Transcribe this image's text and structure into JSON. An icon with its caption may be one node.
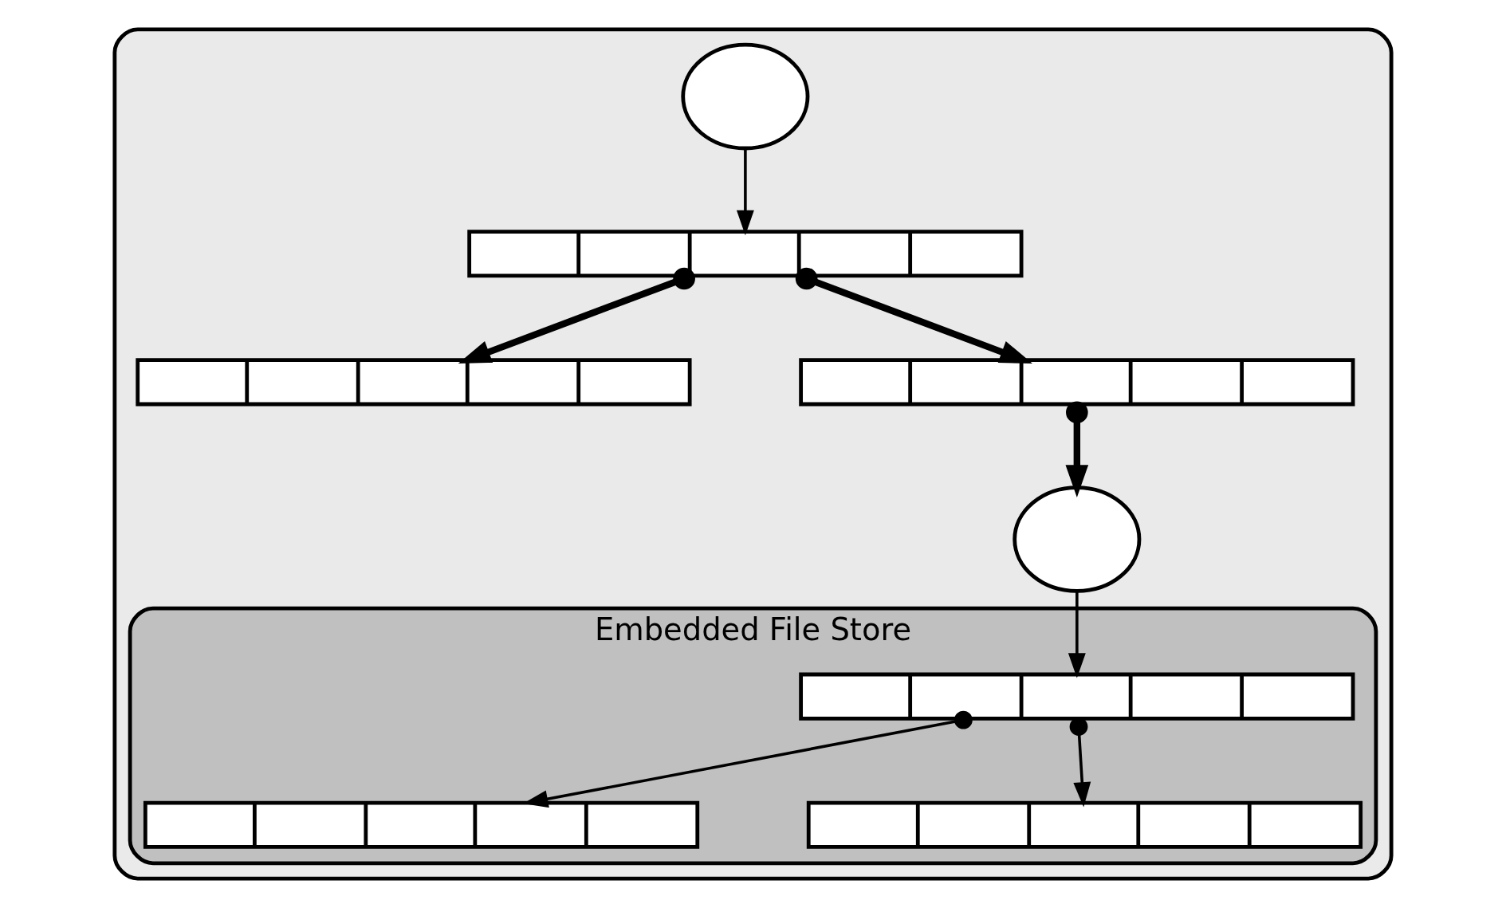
{
  "diagram": {
    "nodes": [
      {
        "text": [],
        "shape": "ellipse"
      },
      {
        "text": [],
        "shape": "circle",
        "in": 0
      },
      {
        "text": [],
        "shape": "bar",
        "in": 0
      },
      {
        "text": [],
        "shape": "bar",
        "in": 0
      },
      {
        "text": [],
        "shape": "bar",
        "in": 0
      },
      {
        "text": [
          "Embedded File Store"
        ],
        "in": 0
      },
      {
        "text": [],
        "shape": "circle",
        "in": 0
      },
      {
        "text": [],
        "shape": "bar",
        "in": 5
      },
      {
        "text": [],
        "shape": "bar",
        "in": 5
      },
      {
        "text": [],
        "shape": "bar",
        "in": 5
      }
    ],
    "edges": [
      {
        "from": 1,
        "to": 2,
        "arrow": "to"
      },
      {
        "from": 2,
        "to": 4,
        "arrow": "to",
        "style": "thick"
      },
      {
        "from": 2,
        "to": 3,
        "arrow": "to",
        "style": "thick"
      },
      {
        "from": 4,
        "to": 6,
        "arrow": "to",
        "style": "thick"
      },
      {
        "from": 6,
        "to": 7,
        "arrow": "to"
      },
      {
        "from": 7,
        "to": 9,
        "arrow": "to"
      },
      {
        "from": 7,
        "to": 8,
        "arrow": "to"
      }
    ]
  }
}
